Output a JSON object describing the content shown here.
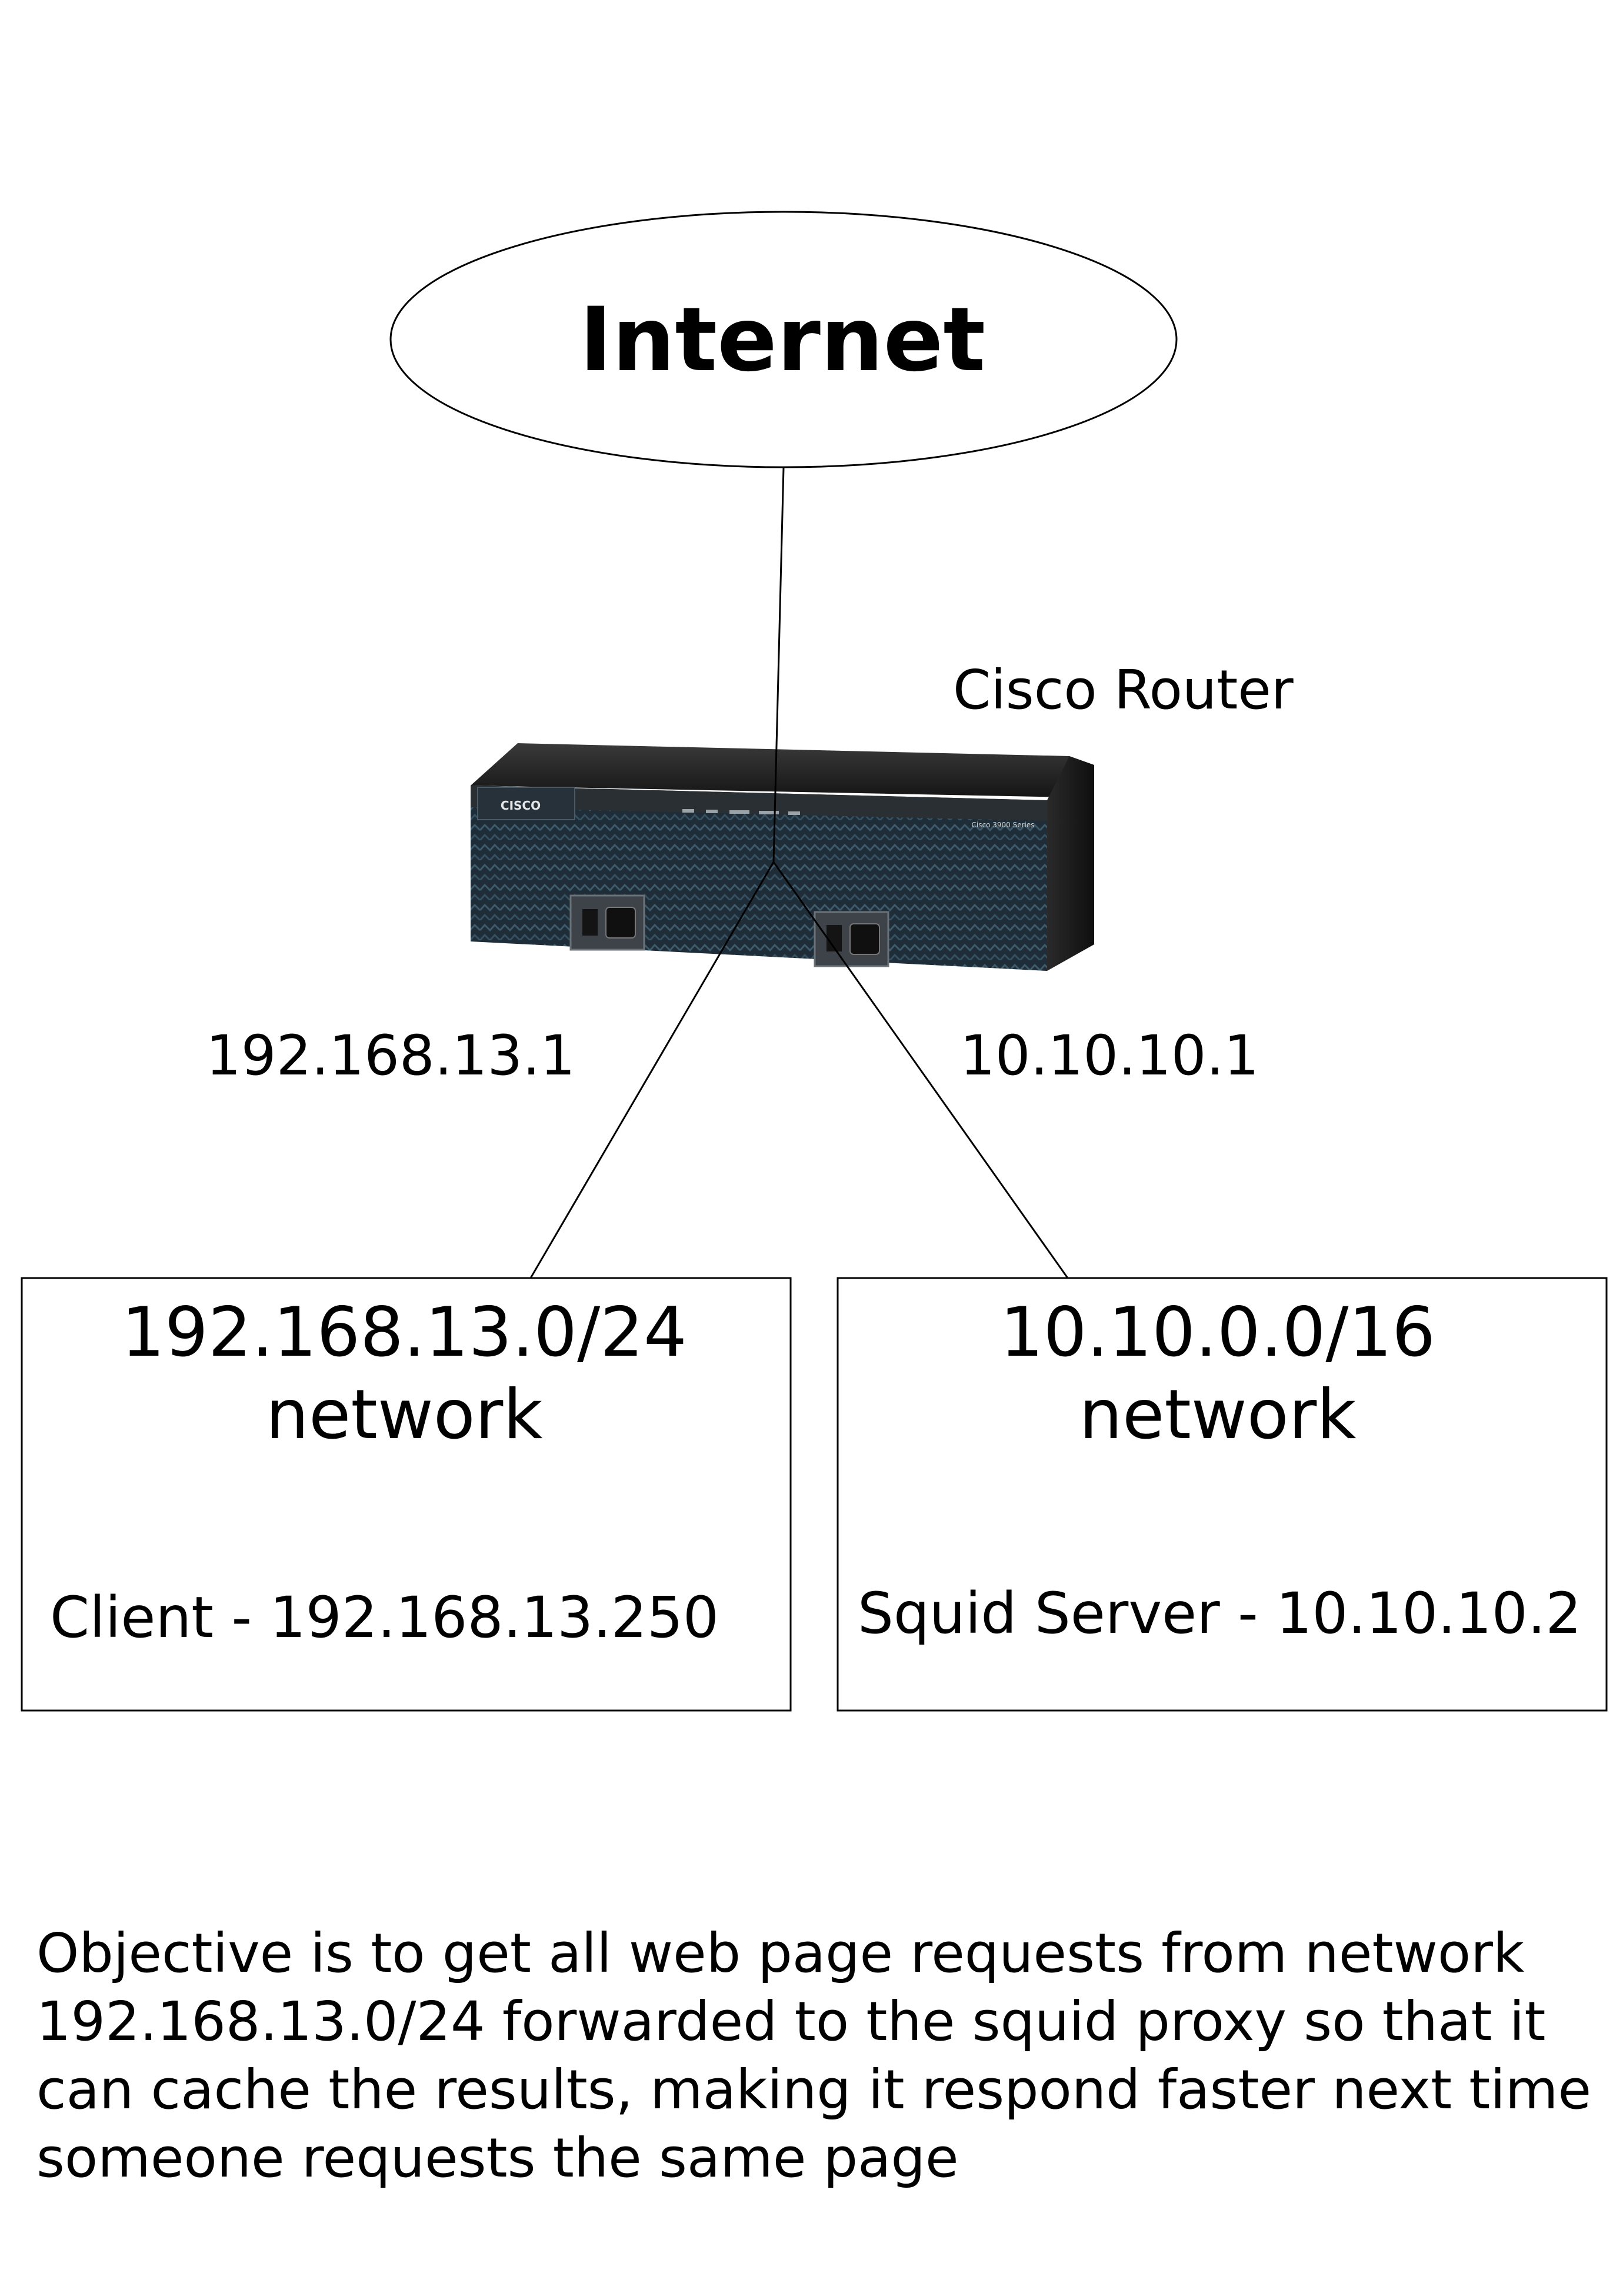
{
  "diagram": {
    "cloud": {
      "label": "Internet"
    },
    "router": {
      "name": "Cisco Router",
      "image": {
        "brand_text": "CISCO",
        "series_text": "Cisco 3900 Series"
      },
      "interfaces": [
        {
          "address": "192.168.13.1"
        },
        {
          "address": "10.10.10.1"
        }
      ]
    },
    "networks": [
      {
        "subnet": "192.168.13.0/24",
        "suffix": "network",
        "host": "Client - 192.168.13.250"
      },
      {
        "subnet": "10.10.0.0/16",
        "suffix": "network",
        "host": "Squid Server - 10.10.10.2"
      }
    ],
    "objective": [
      "Objective is to get all web page requests from network",
      "192.168.13.0/24 forwarded to the squid proxy so that it",
      "can cache the results, making it respond faster next time",
      "someone requests the same page"
    ],
    "colors": {
      "line": "#000000",
      "router_body": "#22313b",
      "router_top": "#1a1a1a",
      "router_mesh": "#2f4a5a"
    }
  }
}
